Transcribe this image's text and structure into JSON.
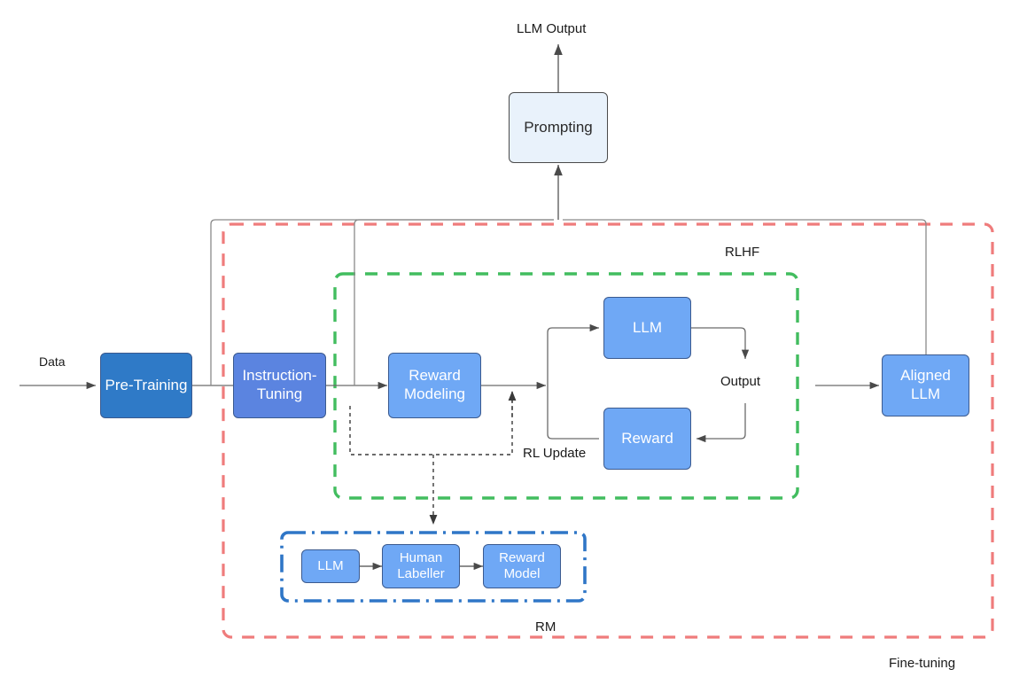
{
  "diagram": {
    "title_text": "LLM Output",
    "nodes": {
      "prompting": "Prompting",
      "pre_training": "Pre-Training",
      "instruction_tuning": "Instruction-\nTuning",
      "reward_modeling": "Reward\nModeling",
      "llm": "LLM",
      "reward": "Reward",
      "aligned_llm": "Aligned\nLLM",
      "rm_llm": "LLM",
      "rm_human_labeller": "Human\nLabeller",
      "rm_reward_model": "Reward\nModel"
    },
    "edge_labels": {
      "data": "Data",
      "output": "Output",
      "rl_update": "RL Update",
      "llm_output": "LLM Output"
    },
    "group_labels": {
      "rlhf": "RLHF",
      "rm": "RM",
      "fine_tuning": "Fine-tuning"
    },
    "colors": {
      "fine_tuning_border": "#ef7c7c",
      "rlhf_border": "#42bd5f",
      "rm_border": "#2f76c7",
      "node_dark": "#2f7ac7",
      "node_mid": "#5b84e0",
      "node_light": "#6fa8f5",
      "node_pale": "#e9f2fb",
      "connector": "#6b6b6b"
    }
  }
}
